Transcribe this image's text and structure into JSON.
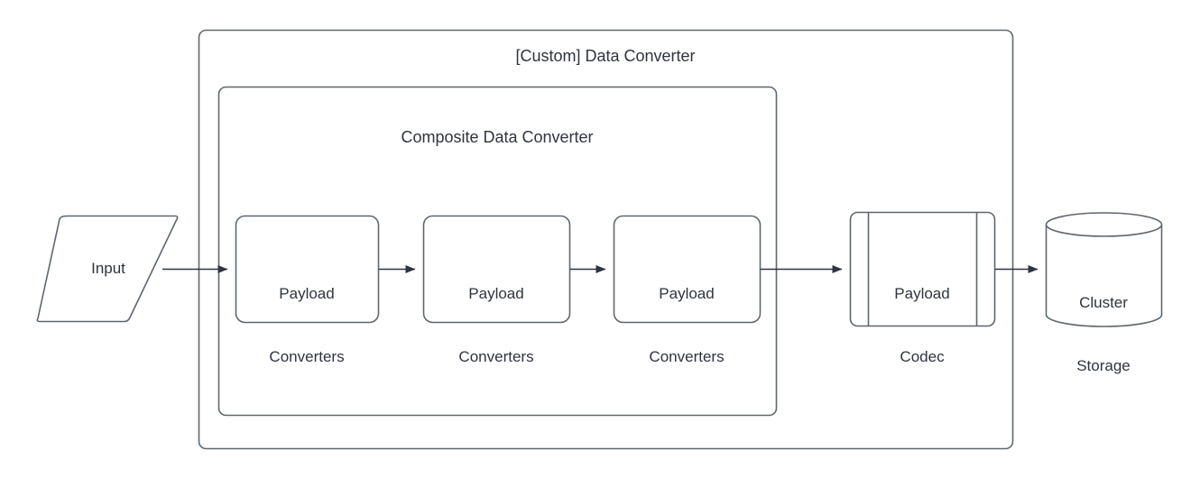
{
  "diagram": {
    "type": "flowchart",
    "stroke_color": "#5D6770",
    "text_color": "#2E3440",
    "fill_color": "#FFFFFF",
    "background": "#FFFFFF",
    "outer_container": {
      "title": "[Custom] Data Converter",
      "shape": "rounded-rectangle"
    },
    "inner_container": {
      "title": "Composite Data Converter",
      "shape": "rounded-rectangle"
    },
    "nodes": [
      {
        "id": "input",
        "label": "Input",
        "shape": "parallelogram"
      },
      {
        "id": "payload-converters-1",
        "label_line1": "Payload",
        "label_line2": "Converters",
        "shape": "rounded-rectangle"
      },
      {
        "id": "payload-converters-2",
        "label_line1": "Payload",
        "label_line2": "Converters",
        "shape": "rounded-rectangle"
      },
      {
        "id": "payload-converters-3",
        "label_line1": "Payload",
        "label_line2": "Converters",
        "shape": "rounded-rectangle"
      },
      {
        "id": "payload-codec",
        "label_line1": "Payload",
        "label_line2": "Codec",
        "shape": "subprocess"
      },
      {
        "id": "cluster-storage",
        "label_line1": "Cluster",
        "label_line2": "Storage",
        "shape": "cylinder"
      }
    ],
    "edges": [
      {
        "id": "edge-input-to-pc1",
        "from": "input",
        "to": "payload-converters-1",
        "arrow": "single"
      },
      {
        "id": "edge-pc1-to-pc2",
        "from": "payload-converters-1",
        "to": "payload-converters-2",
        "arrow": "single"
      },
      {
        "id": "edge-pc2-to-pc3",
        "from": "payload-converters-2",
        "to": "payload-converters-3",
        "arrow": "single"
      },
      {
        "id": "edge-pc3-to-codec",
        "from": "payload-converters-3",
        "to": "payload-codec",
        "arrow": "single"
      },
      {
        "id": "edge-codec-to-storage",
        "from": "payload-codec",
        "to": "cluster-storage",
        "arrow": "single"
      }
    ]
  }
}
